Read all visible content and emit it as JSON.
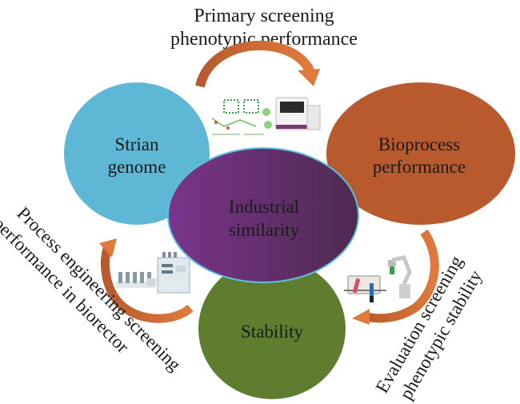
{
  "nodes": {
    "strain": {
      "lines": [
        "Strian",
        "genome"
      ],
      "color": "#5fb7d6"
    },
    "bioprocess": {
      "lines": [
        "Bioprocess",
        "performance"
      ],
      "color": "#b85a2e"
    },
    "industrial": {
      "lines": [
        "Industrial",
        "similarity"
      ],
      "color_start": "#7a348c",
      "color_end": "#4e2a4f",
      "outline": "#5ec0e0"
    },
    "stability": {
      "lines": [
        "Stability"
      ],
      "color": "#5f7d2f"
    }
  },
  "captions": {
    "top": [
      "Primary screening",
      "phenotypic performance"
    ],
    "left": [
      "Process engineering screening",
      "performance in biorector"
    ],
    "right": [
      "Evaluation screening",
      "phenotypic stability"
    ]
  },
  "arrow_color": "#d8703a",
  "icons": {
    "top": [
      "genome-schematic-icon",
      "sequencer-instrument-icon"
    ],
    "left": [
      "bioreactor-array-icon"
    ],
    "right": [
      "microplate-icon",
      "robot-arm-icon"
    ]
  }
}
